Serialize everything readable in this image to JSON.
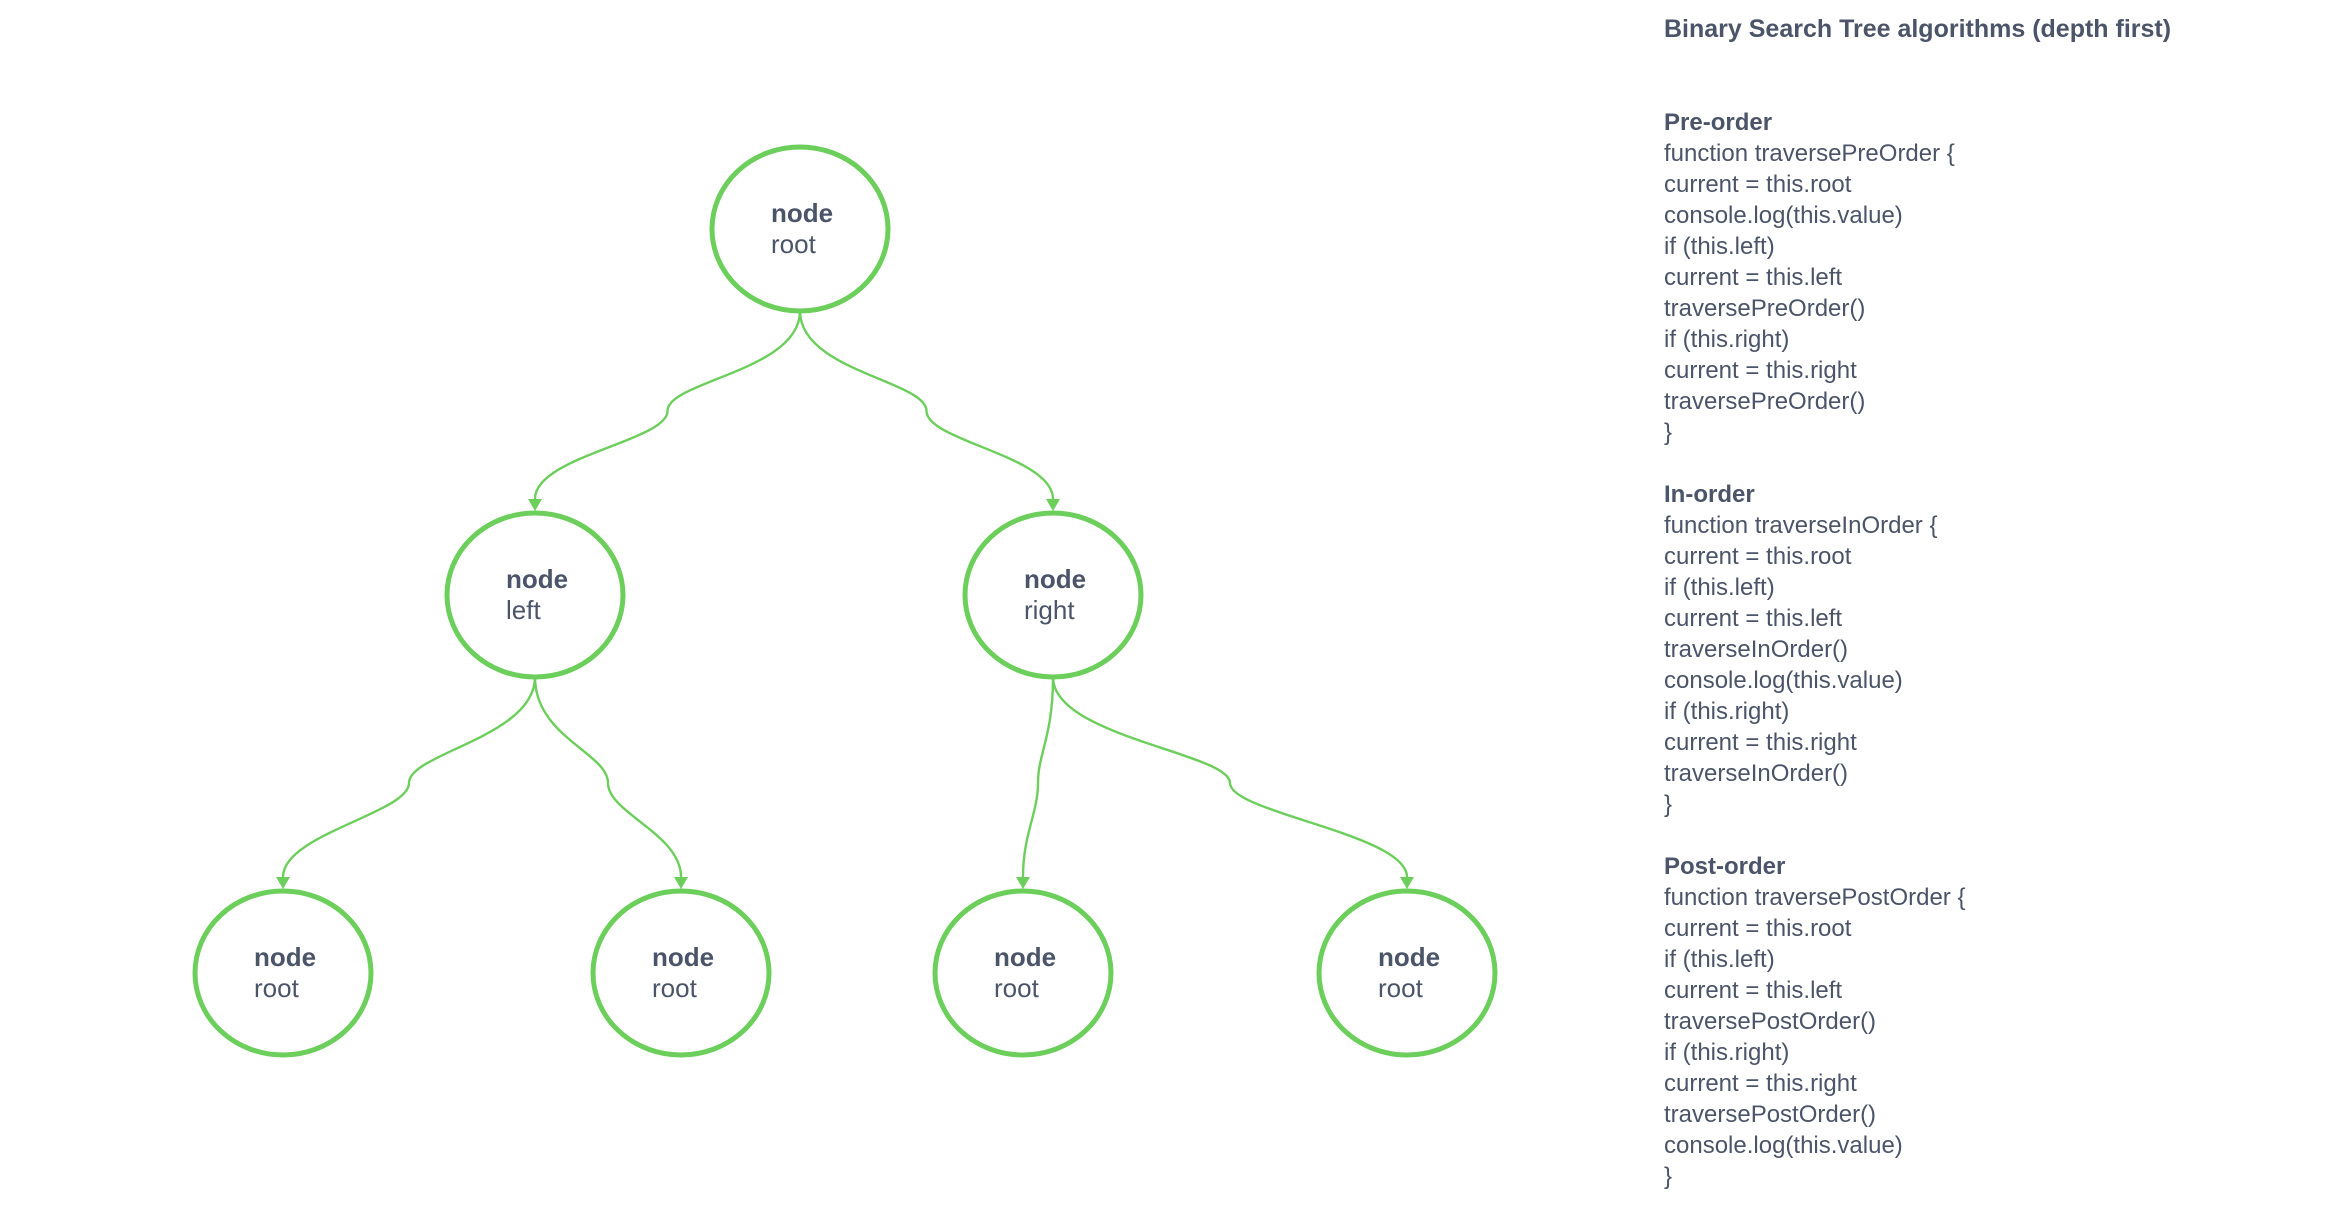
{
  "diagram": {
    "nodes": [
      {
        "id": "root",
        "title": "node",
        "label": "root"
      },
      {
        "id": "left",
        "title": "node",
        "label": "left"
      },
      {
        "id": "right",
        "title": "node",
        "label": "right"
      },
      {
        "id": "left-left",
        "title": "node",
        "label": "root"
      },
      {
        "id": "left-right",
        "title": "node",
        "label": "root"
      },
      {
        "id": "right-left",
        "title": "node",
        "label": "root"
      },
      {
        "id": "right-right",
        "title": "node",
        "label": "root"
      }
    ],
    "edges": [
      {
        "from": "root",
        "to": "left"
      },
      {
        "from": "root",
        "to": "right"
      },
      {
        "from": "left",
        "to": "left-left"
      },
      {
        "from": "left",
        "to": "left-right"
      },
      {
        "from": "right",
        "to": "right-left"
      },
      {
        "from": "right",
        "to": "right-right"
      }
    ],
    "colors": {
      "stroke": "#6ccf5b",
      "text": "#4b5468"
    }
  },
  "panel": {
    "title": "Binary Search Tree algorithms (depth first)",
    "sections": [
      {
        "heading": "Pre-order",
        "lines": [
          "function traversePreOrder {",
          "current = this.root",
          "console.log(this.value)",
          "if (this.left)",
          "current = this.left",
          "traversePreOrder()",
          "if (this.right)",
          "current = this.right",
          "traversePreOrder()",
          "}"
        ]
      },
      {
        "heading": "In-order",
        "lines": [
          "function traverseInOrder {",
          "current = this.root",
          "if (this.left)",
          "current = this.left",
          "traverseInOrder()",
          "console.log(this.value)",
          "if (this.right)",
          "current = this.right",
          "traverseInOrder()",
          "}"
        ]
      },
      {
        "heading": "Post-order",
        "lines": [
          "function traversePostOrder {",
          "current = this.root",
          "if (this.left)",
          "current = this.left",
          "traversePostOrder()",
          "if (this.right)",
          "current = this.right",
          "traversePostOrder()",
          "console.log(this.value)",
          "}"
        ]
      }
    ]
  }
}
